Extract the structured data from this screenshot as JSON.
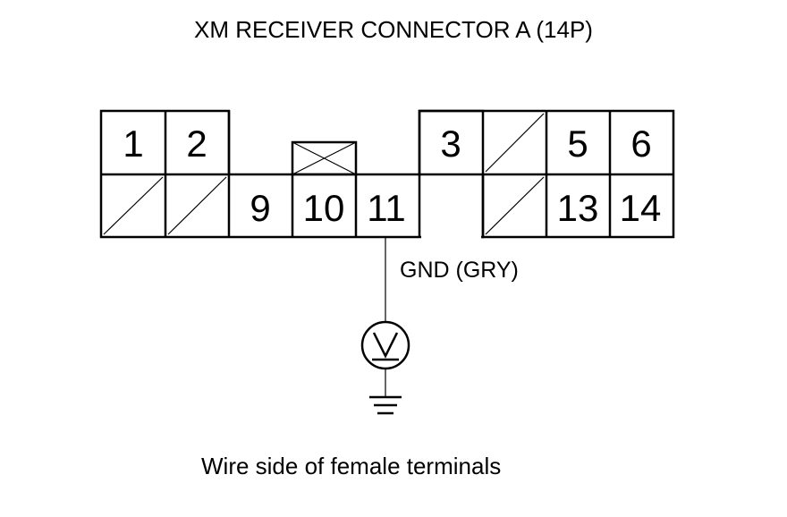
{
  "title": "XM RECEIVER CONNECTOR A (14P)",
  "pins": {
    "p1": "1",
    "p2": "2",
    "p3": "3",
    "p5": "5",
    "p6": "6",
    "p9": "9",
    "p10": "10",
    "p11": "11",
    "p13": "13",
    "p14": "14"
  },
  "wire_label": "GND (GRY)",
  "meter_symbol": "V",
  "caption": "Wire side of female terminals"
}
